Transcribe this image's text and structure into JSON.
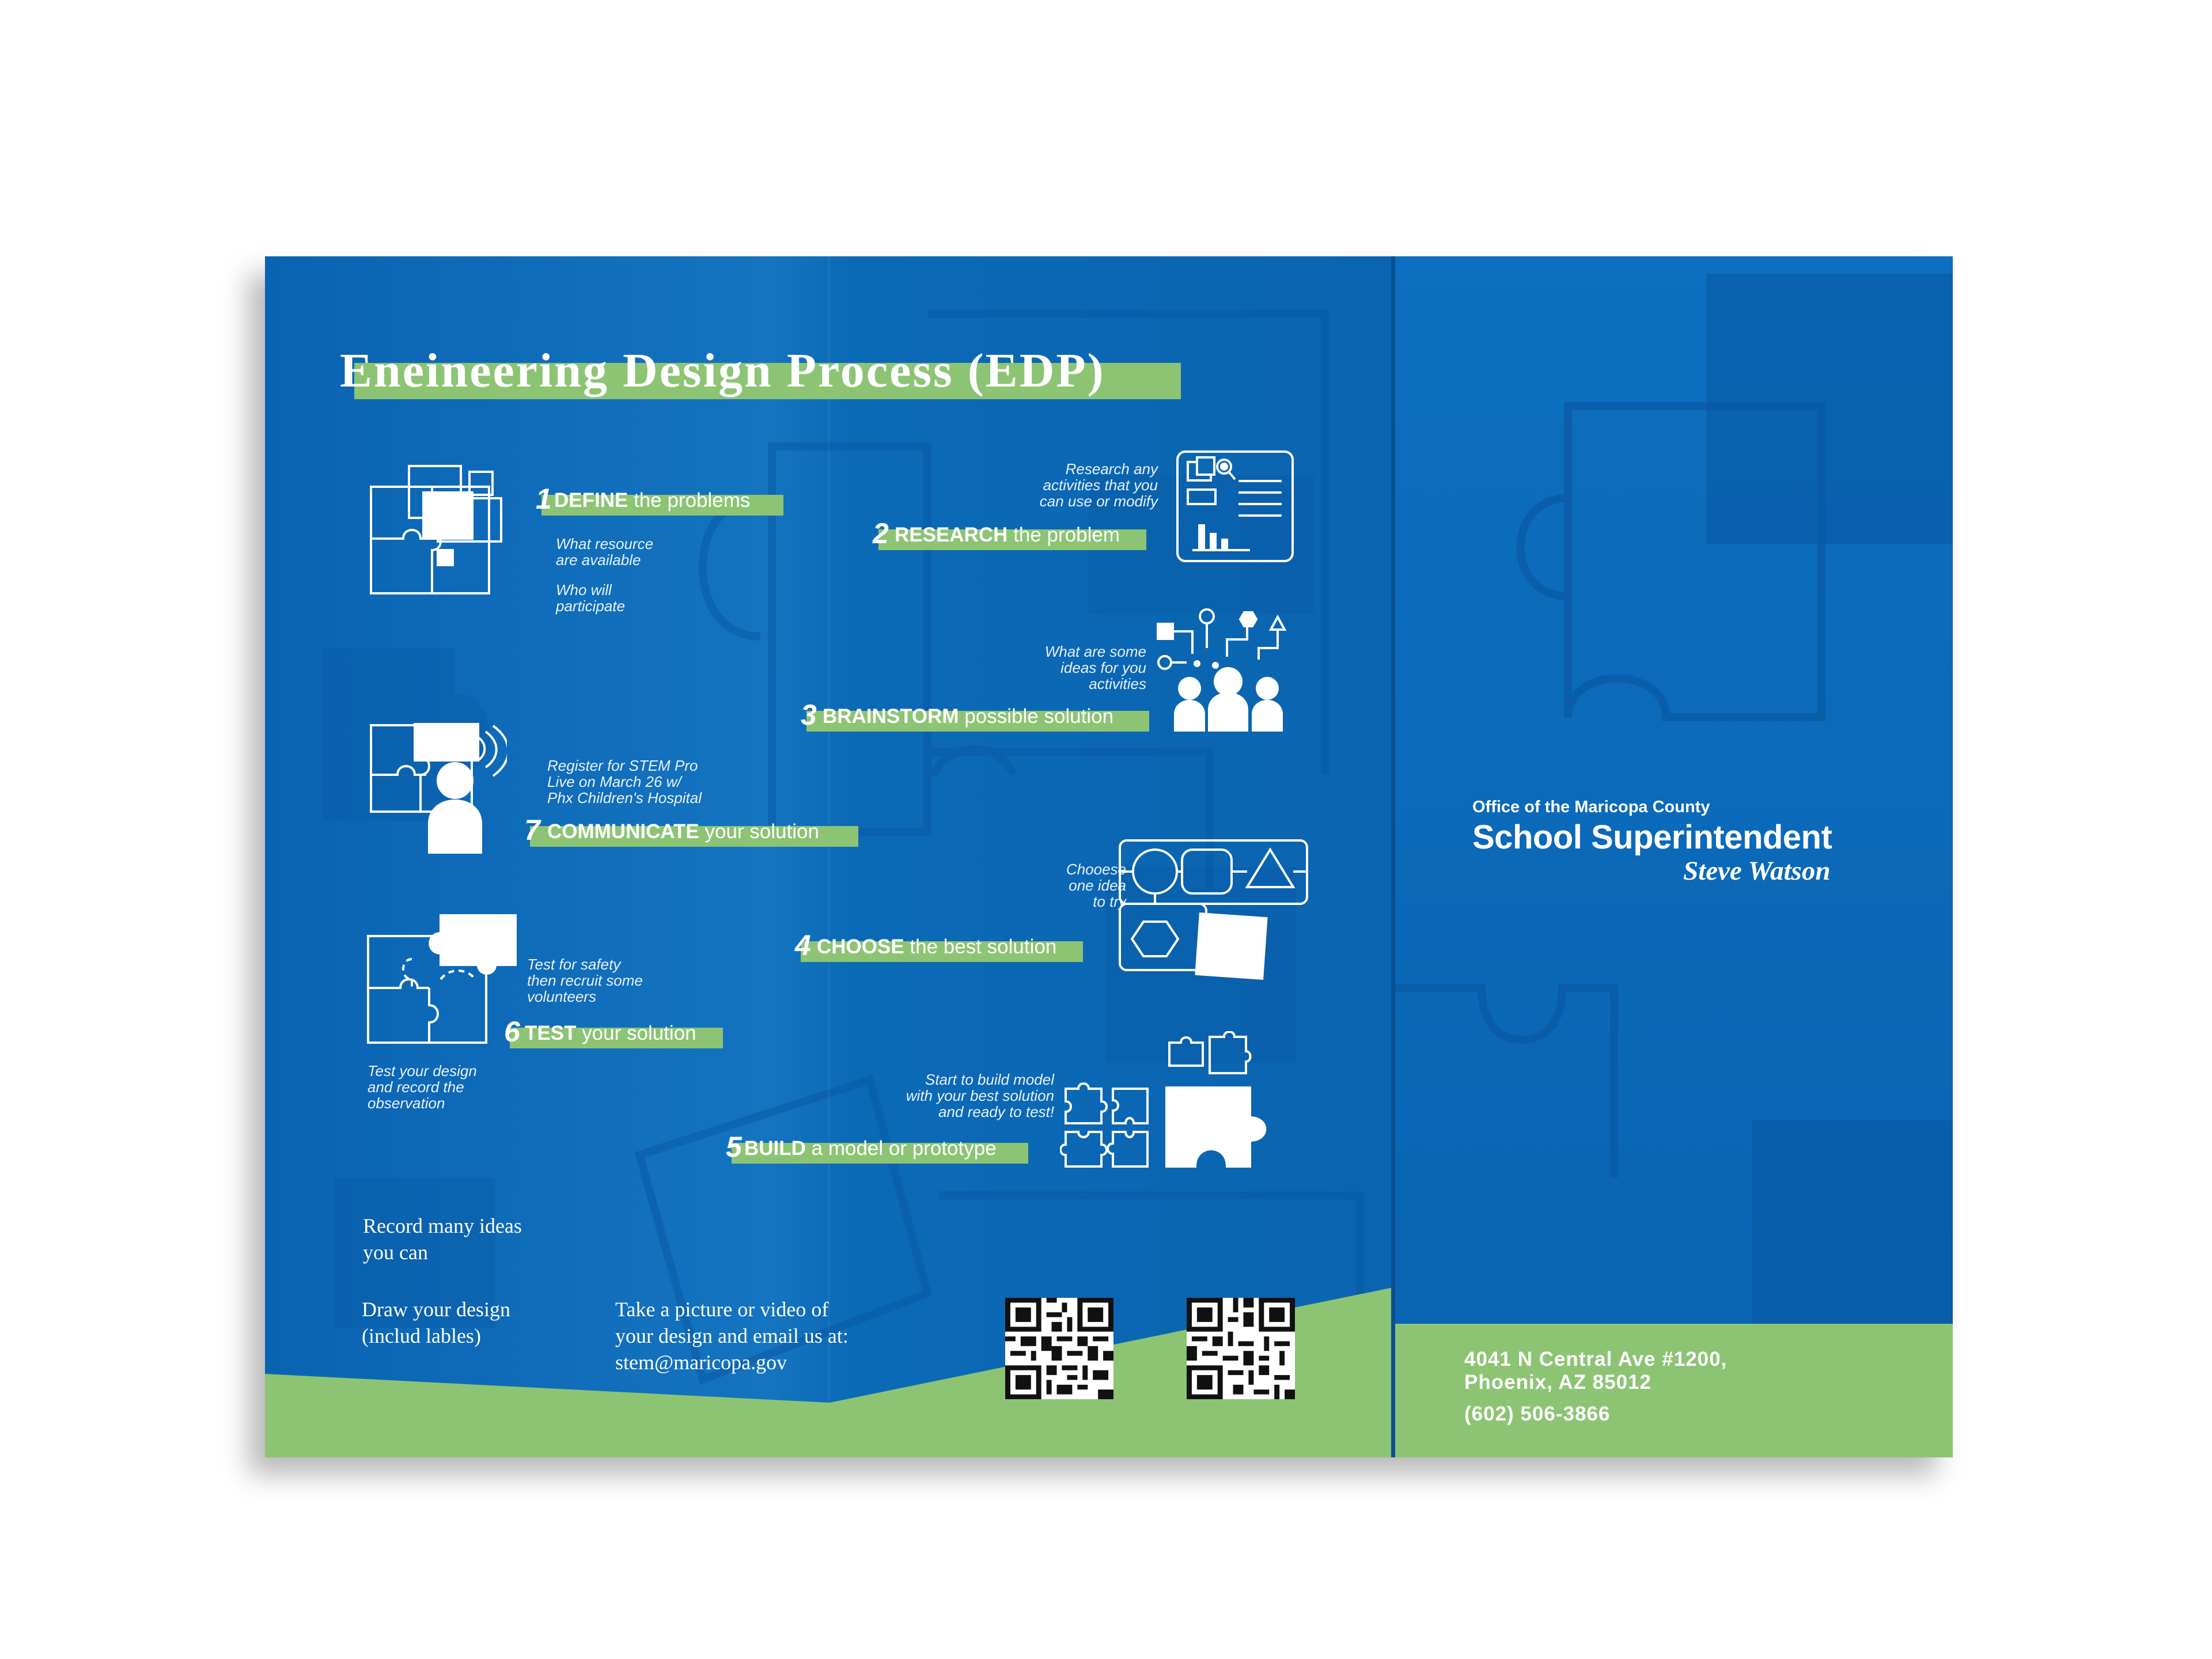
{
  "title": "Eneineering Design Process (EDP)",
  "steps": [
    {
      "num": "1",
      "keyword": "DEFINE",
      "rest": " the problems"
    },
    {
      "num": "2",
      "keyword": "RESEARCH",
      "rest": " the problem"
    },
    {
      "num": "3",
      "keyword": "BRAINSTORM",
      "rest": " possible solution"
    },
    {
      "num": "4",
      "keyword": "CHOOSE",
      "rest": " the best solution"
    },
    {
      "num": "5",
      "keyword": "BUILD",
      "rest": " a model or prototype"
    },
    {
      "num": "6",
      "keyword": "TEST",
      "rest": " your solution"
    },
    {
      "num": "7",
      "keyword": "COMMUNICATE",
      "rest": " your solution"
    }
  ],
  "notes": {
    "define_1": "What resource\nare available",
    "define_2": "Who will\nparticipate",
    "research": "Research any\nactivities that you\ncan use or modify",
    "brainstorm": "What are some\nideas for you\nactivities",
    "communicate": "Register for STEM Pro\nLive on March 26 w/\nPhx Children's Hospital",
    "choose": "Chooese\none idea\nto try",
    "test_1": "Test for safety\nthen recruit some\nvolunteers",
    "test_2": "Test your design\nand record the\nobservation",
    "build": "Start  to build model\nwith your best solution\nand ready to test!"
  },
  "bottom": {
    "record": "Record many ideas\nyou can",
    "draw": "Draw your design\n(includ lables)",
    "picture": "Take a picture or video of\nyour design and email us at:\nstem@maricopa.gov"
  },
  "office": {
    "line1": "Office of the Maricopa County",
    "line2": "School Superintendent",
    "name": "Steve Watson",
    "address": "4041 N Central Ave #1200,\nPhoenix, AZ 85012",
    "phone": "(602) 506-3866"
  },
  "colors": {
    "blue": "#0a63b2",
    "green": "#8cc474",
    "white": "#ffffff"
  }
}
